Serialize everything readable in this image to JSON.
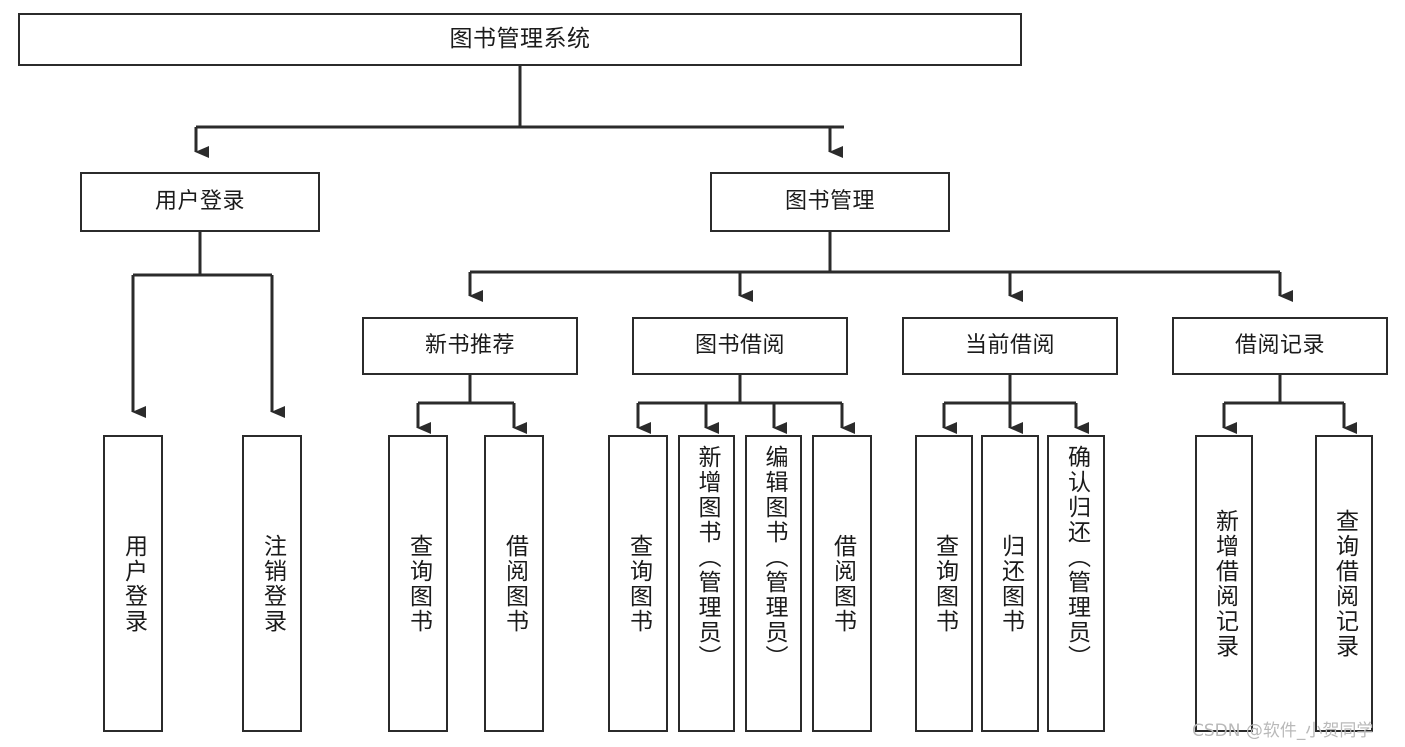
{
  "diagram": {
    "title": "图书管理系统",
    "type": "tree",
    "watermark": "CSDN @软件_小贺同学",
    "line_color": "#2b2b2b",
    "box_fill": "#ffffff",
    "text_color": "#1b1b1b",
    "watermark_color": "#b9b9b9"
  },
  "nodes": {
    "root": {
      "label": "图书管理系统"
    },
    "level1": [
      {
        "id": "user-login",
        "label": "用户登录"
      },
      {
        "id": "book-manage",
        "label": "图书管理"
      }
    ],
    "level2": [
      {
        "id": "new-book-recommend",
        "label": "新书推荐",
        "parent": "book-manage"
      },
      {
        "id": "book-borrow",
        "label": "图书借阅",
        "parent": "book-manage"
      },
      {
        "id": "current-borrow",
        "label": "当前借阅",
        "parent": "book-manage"
      },
      {
        "id": "borrow-record",
        "label": "借阅记录",
        "parent": "book-manage"
      }
    ],
    "leaves": [
      {
        "id": "leaf-user-login",
        "label": "用户登录",
        "parent": "user-login"
      },
      {
        "id": "leaf-logout-login",
        "label": "注销登录",
        "parent": "user-login"
      },
      {
        "id": "leaf-query-book-1",
        "label": "查询图书",
        "parent": "new-book-recommend"
      },
      {
        "id": "leaf-borrow-book-1",
        "label": "借阅图书",
        "parent": "new-book-recommend"
      },
      {
        "id": "leaf-query-book-2",
        "label": "查询图书",
        "parent": "book-borrow"
      },
      {
        "id": "leaf-add-book",
        "label": "新增图书（管理员）",
        "parent": "book-borrow"
      },
      {
        "id": "leaf-edit-book",
        "label": "编辑图书（管理员）",
        "parent": "book-borrow"
      },
      {
        "id": "leaf-borrow-book-2",
        "label": "借阅图书",
        "parent": "book-borrow"
      },
      {
        "id": "leaf-query-book-3",
        "label": "查询图书",
        "parent": "current-borrow"
      },
      {
        "id": "leaf-return-book",
        "label": "归还图书",
        "parent": "current-borrow"
      },
      {
        "id": "leaf-confirm-return",
        "label": "确认归还（管理员）",
        "parent": "current-borrow"
      },
      {
        "id": "leaf-add-record",
        "label": "新增借阅记录",
        "parent": "borrow-record"
      },
      {
        "id": "leaf-query-record",
        "label": "查询借阅记录",
        "parent": "borrow-record"
      }
    ]
  }
}
